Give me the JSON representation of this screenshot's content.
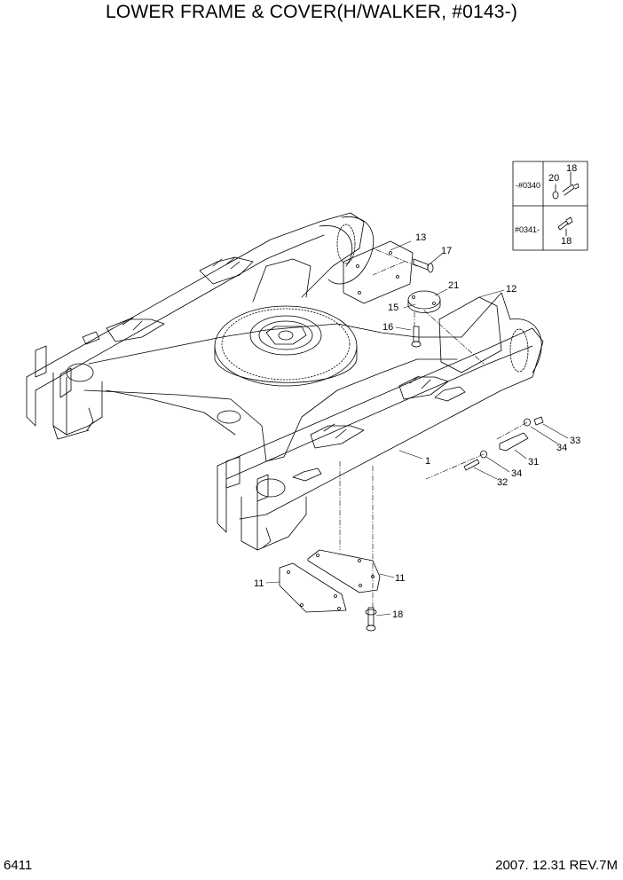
{
  "title": "LOWER FRAME & COVER(H/WALKER, #0143-)",
  "footer": {
    "page": "6411",
    "revision": "2007. 12.31  REV.7M"
  },
  "inset": {
    "upper_serial": "-#0340",
    "lower_serial": "#0341-",
    "upper_parts": [
      "20",
      "18"
    ],
    "lower_parts": [
      "18"
    ]
  },
  "callouts": [
    "1",
    "11",
    "11",
    "12",
    "13",
    "15",
    "16",
    "17",
    "18",
    "21",
    "31",
    "32",
    "33",
    "34",
    "34"
  ]
}
